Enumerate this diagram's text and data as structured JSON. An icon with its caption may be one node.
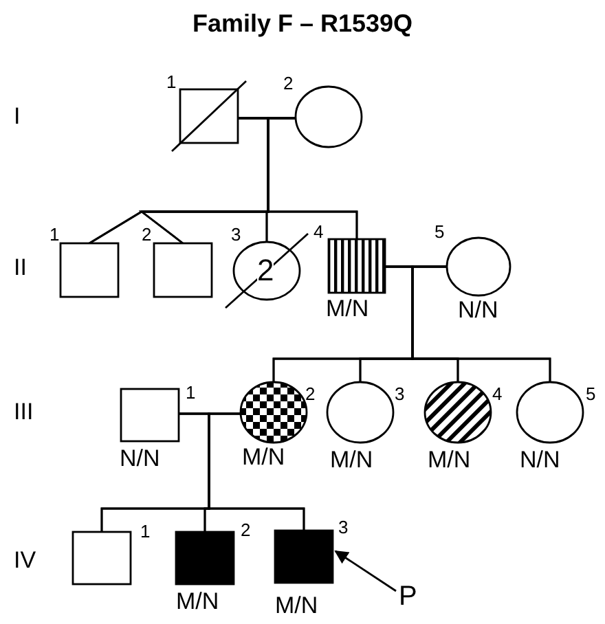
{
  "diagram": {
    "title": "Family F – R1539Q",
    "nodes": [
      {
        "text": [],
        "shape": "box",
        "beside": [
          "1"
        ]
      },
      {
        "text": [],
        "shape": "circle",
        "beside": [
          "2"
        ]
      },
      {
        "text": [],
        "shape": "box",
        "beside": [
          "1"
        ]
      },
      {
        "text": [],
        "shape": "box",
        "beside": [
          "2"
        ]
      },
      {
        "text": [
          "2"
        ],
        "beside": [
          "3"
        ]
      },
      {
        "text": [],
        "shape": "box",
        "beside": [
          "4",
          "M/N"
        ]
      },
      {
        "text": [],
        "shape": "circle",
        "beside": [
          "5",
          "N/N"
        ]
      },
      {
        "text": [],
        "shape": "box",
        "beside": [
          "1",
          "N/N"
        ]
      },
      {
        "text": [],
        "shape": "circle",
        "beside": [
          "2",
          "M/N"
        ]
      },
      {
        "text": [],
        "shape": "circle",
        "beside": [
          "3",
          "M/N"
        ]
      },
      {
        "text": [],
        "shape": "circle",
        "beside": [
          "4",
          "M/N"
        ]
      },
      {
        "text": [],
        "shape": "circle",
        "beside": [
          "5",
          "N/N"
        ]
      },
      {
        "text": [],
        "shape": "box",
        "beside": [
          "1"
        ]
      },
      {
        "text": [],
        "shape": "box",
        "beside": [
          "2",
          "M/N"
        ]
      },
      {
        "text": [],
        "shape": "box",
        "beside": [
          "3",
          "M/N"
        ]
      },
      {
        "text": [
          "P"
        ]
      }
    ],
    "edges": [
      {
        "from": 0,
        "to": 2,
        "arrow": "none"
      },
      {
        "from": 0,
        "to": 3,
        "arrow": "none"
      },
      {
        "from": 0,
        "to": 4,
        "arrow": "none"
      },
      {
        "from": 0,
        "to": 5,
        "arrow": "none"
      },
      {
        "from": 1,
        "to": 2,
        "arrow": "none"
      },
      {
        "from": 1,
        "to": 3,
        "arrow": "none"
      },
      {
        "from": 1,
        "to": 4,
        "arrow": "none"
      },
      {
        "from": 1,
        "to": 5,
        "arrow": "none"
      },
      {
        "from": 5,
        "to": 8,
        "arrow": "none"
      },
      {
        "from": 5,
        "to": 9,
        "arrow": "none"
      },
      {
        "from": 5,
        "to": 10,
        "arrow": "none"
      },
      {
        "from": 5,
        "to": 11,
        "arrow": "none"
      },
      {
        "from": 6,
        "to": 8,
        "arrow": "none"
      },
      {
        "from": 6,
        "to": 9,
        "arrow": "none"
      },
      {
        "from": 6,
        "to": 10,
        "arrow": "none"
      },
      {
        "from": 6,
        "to": 11,
        "arrow": "none"
      },
      {
        "from": 7,
        "to": 12,
        "arrow": "none"
      },
      {
        "from": 7,
        "to": 13,
        "arrow": "none"
      },
      {
        "from": 7,
        "to": 14,
        "arrow": "none"
      },
      {
        "from": 8,
        "to": 12,
        "arrow": "none"
      },
      {
        "from": 8,
        "to": 13,
        "arrow": "none"
      },
      {
        "from": 8,
        "to": 14,
        "arrow": "none"
      },
      {
        "from": 15,
        "to": 14,
        "arrow": "to"
      }
    ],
    "labels": [
      "I",
      "II",
      "III",
      "IV"
    ]
  }
}
